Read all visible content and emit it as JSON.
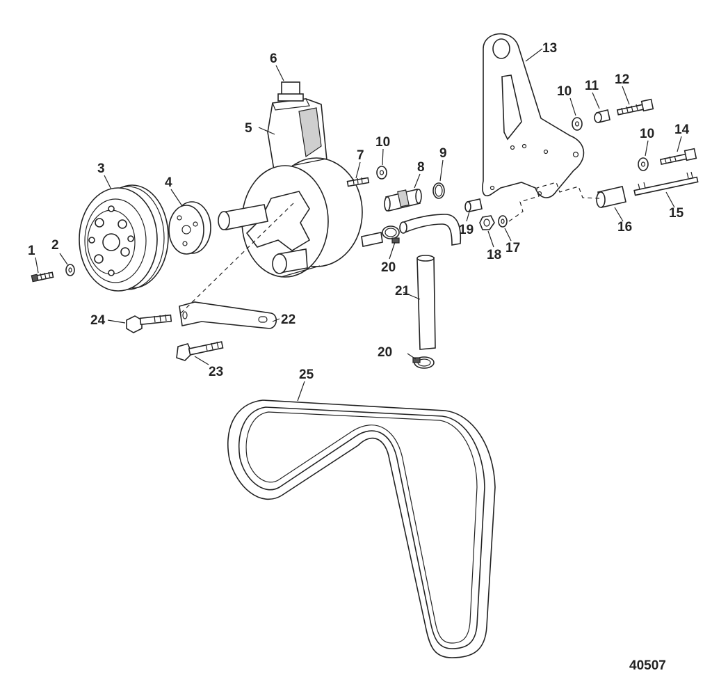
{
  "figure_number": "40507",
  "callouts": [
    {
      "id": "c1",
      "text": "1"
    },
    {
      "id": "c2",
      "text": "2"
    },
    {
      "id": "c3",
      "text": "3"
    },
    {
      "id": "c4",
      "text": "4"
    },
    {
      "id": "c5",
      "text": "5"
    },
    {
      "id": "c6",
      "text": "6"
    },
    {
      "id": "c7",
      "text": "7"
    },
    {
      "id": "c8",
      "text": "8"
    },
    {
      "id": "c9",
      "text": "9"
    },
    {
      "id": "c10a",
      "text": "10"
    },
    {
      "id": "c10b",
      "text": "10"
    },
    {
      "id": "c10c",
      "text": "10"
    },
    {
      "id": "c11",
      "text": "11"
    },
    {
      "id": "c12",
      "text": "12"
    },
    {
      "id": "c13",
      "text": "13"
    },
    {
      "id": "c14",
      "text": "14"
    },
    {
      "id": "c15",
      "text": "15"
    },
    {
      "id": "c16",
      "text": "16"
    },
    {
      "id": "c17",
      "text": "17"
    },
    {
      "id": "c18",
      "text": "18"
    },
    {
      "id": "c19",
      "text": "19"
    },
    {
      "id": "c20a",
      "text": "20"
    },
    {
      "id": "c20b",
      "text": "20"
    },
    {
      "id": "c21",
      "text": "21"
    },
    {
      "id": "c22",
      "text": "22"
    },
    {
      "id": "c23",
      "text": "23"
    },
    {
      "id": "c24",
      "text": "24"
    },
    {
      "id": "c25",
      "text": "25"
    }
  ]
}
